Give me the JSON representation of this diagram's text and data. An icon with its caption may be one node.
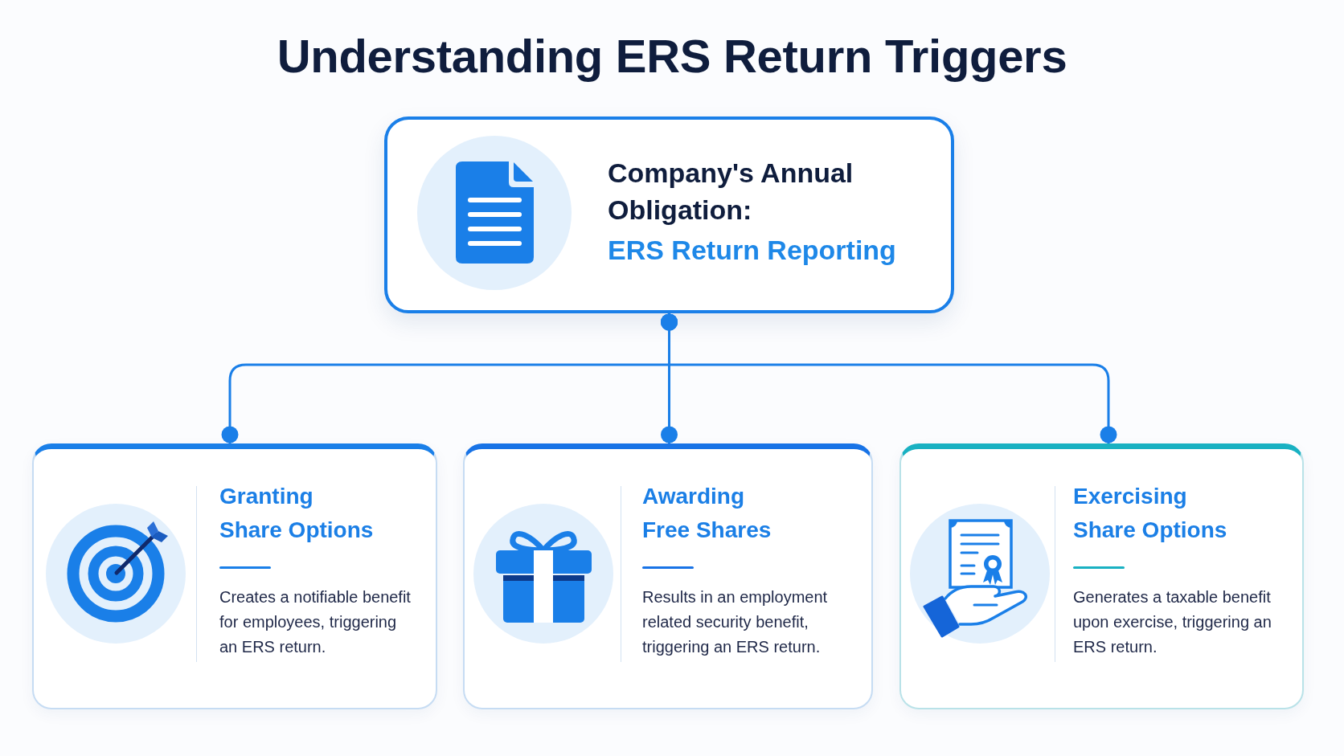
{
  "diagram": {
    "title": "Understanding ERS Return Triggers",
    "nodes": [
      {
        "text": [
          "Company's Annual Obligation:",
          "ERS Return Reporting"
        ]
      },
      {
        "text": [
          "Granting Share Options",
          "Creates a notifiable benefit for employees, triggering an ERS return."
        ]
      },
      {
        "text": [
          "Awarding Free Shares",
          "Results in an employment related security benefit, triggering an ERS return."
        ]
      },
      {
        "text": [
          "Exercising Share Options",
          "Generates a taxable benefit upon exercise, triggering an ERS return."
        ]
      }
    ],
    "edges": [
      {
        "from": 0,
        "to": 1,
        "arrow": "other"
      },
      {
        "from": 0,
        "to": 2,
        "arrow": "other"
      },
      {
        "from": 0,
        "to": 3,
        "arrow": "other"
      }
    ]
  }
}
